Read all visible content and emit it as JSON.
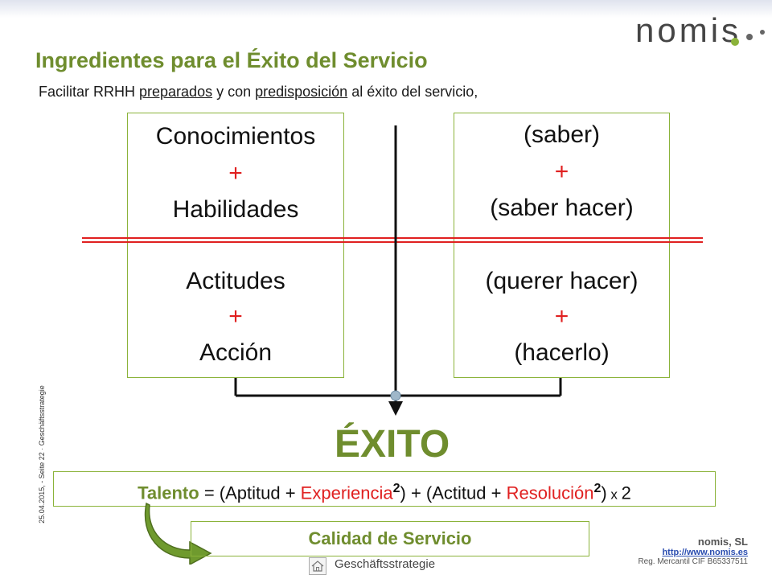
{
  "logo": {
    "text": "nomis"
  },
  "title": "Ingredientes para el Éxito del Servicio",
  "subtitle": {
    "part1": "Facilitar RRHH ",
    "underline1": "preparados",
    "part2": " y con ",
    "underline2": "predisposición",
    "part3": " al éxito del servicio,"
  },
  "left_box": {
    "line1": "Conocimientos",
    "plus1": "+",
    "line2": "Habilidades",
    "line3": "Actitudes",
    "plus2": "+",
    "line4": "Acción"
  },
  "right_box": {
    "line1": "(saber)",
    "plus1": "+",
    "line2": "(saber hacer)",
    "line3": "(querer hacer)",
    "plus2": "+",
    "line4": "(hacerlo)"
  },
  "result": "ÉXITO",
  "formula": {
    "talento": "Talento",
    "eq": " = (Aptitud + ",
    "experiencia": "Experiencia",
    "sup1": "2",
    "mid": ") + (Actitud + ",
    "resolucion": "Resolución",
    "sup2": "2",
    "close": ")",
    "times": " x ",
    "two": "2"
  },
  "calidad": "Calidad de Servicio",
  "side_text": "25.04.2015, - Seite 22  ·  Geschäftsstrategie",
  "footer_label": "Geschäftsstrategie",
  "company": {
    "name": "nomis, SL",
    "url": "http://www.nomis.es",
    "reg": "Reg. Mercantil CIF B65337511"
  },
  "colors": {
    "green": "#6f8d2e",
    "red": "#e02020",
    "border": "#8bb33a"
  }
}
